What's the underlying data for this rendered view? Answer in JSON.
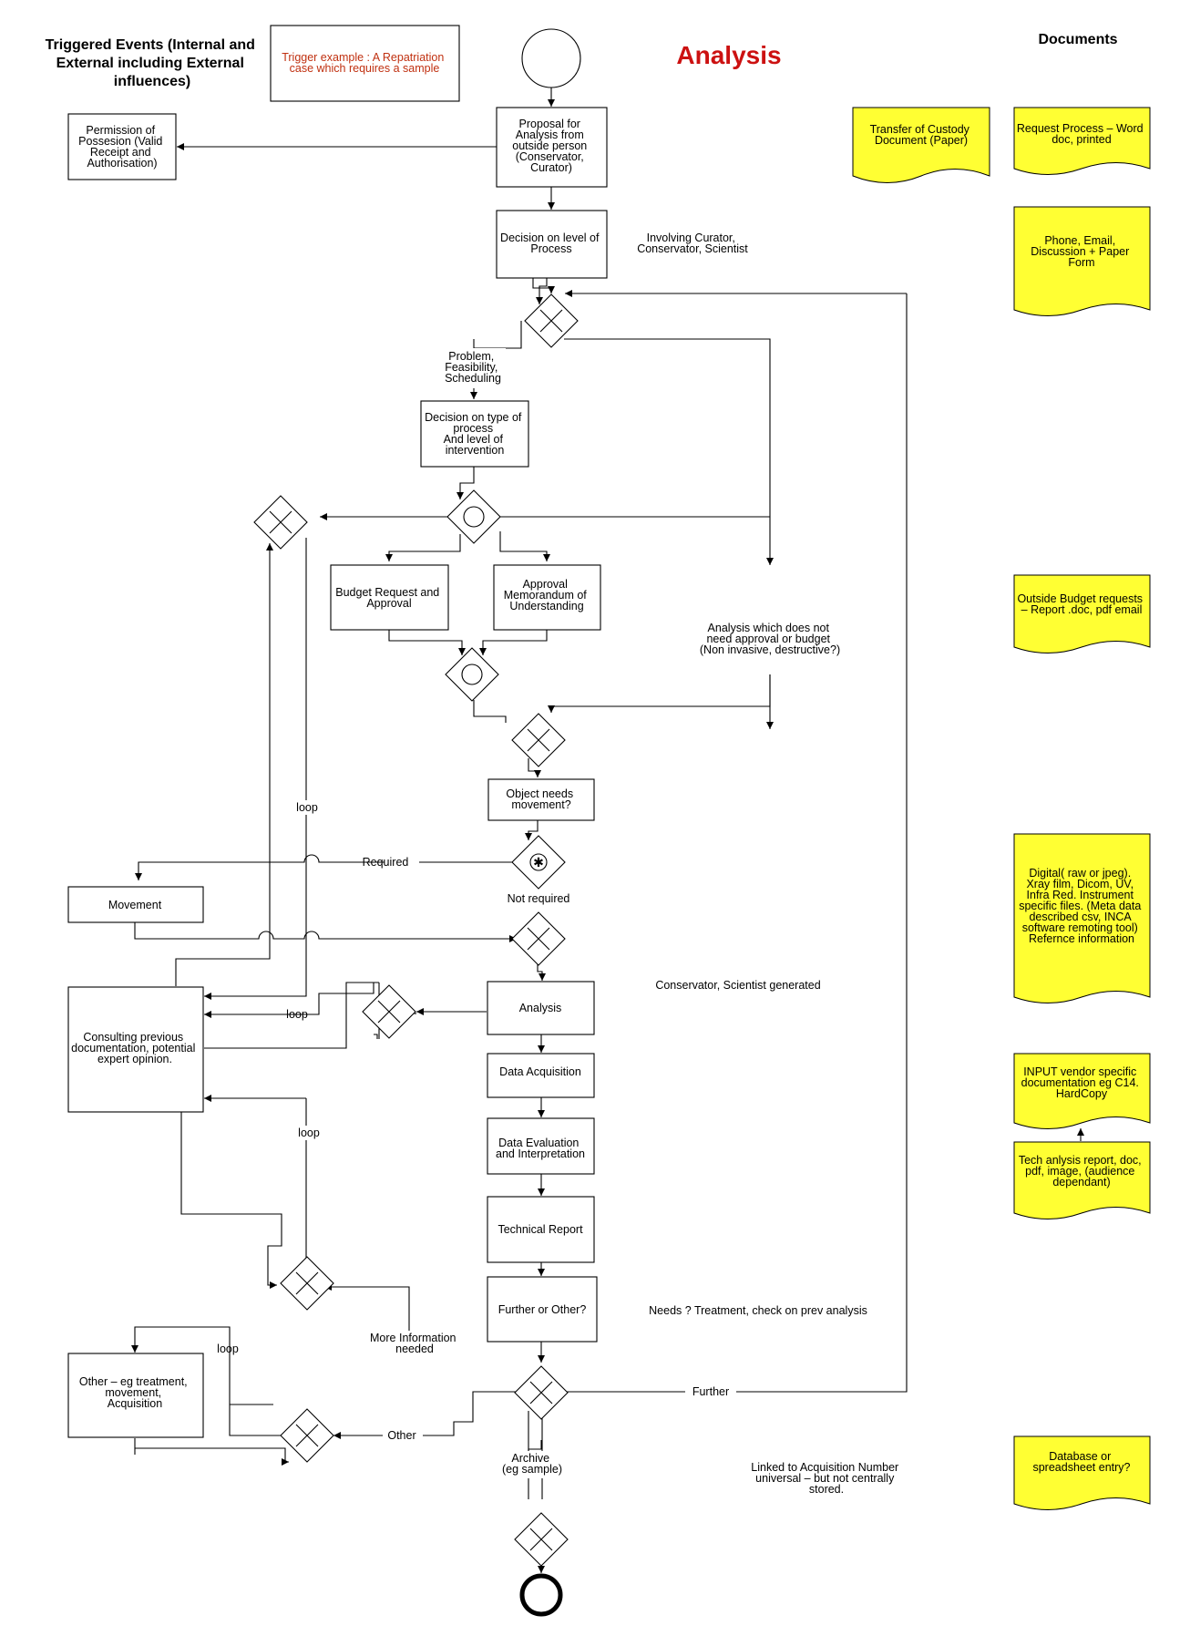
{
  "header": {
    "triggered_events_title": [
      "Triggered Events (Internal and",
      "External including External",
      "influences)"
    ],
    "trigger_example": [
      "Trigger example : A Repatriation",
      "case which requires a sample"
    ],
    "title": "Analysis",
    "documents_title": "Documents"
  },
  "tasks": {
    "proposal": [
      "Proposal for",
      "Analysis from",
      "outside person",
      "(Conservator,",
      "Curator)"
    ],
    "permission": [
      "Permission of",
      "Possesion (Valid",
      "Receipt and",
      "Authorisation)"
    ],
    "decision_level": [
      "Decision on level of",
      "Process"
    ],
    "decision_type": [
      "Decision on type of",
      "process",
      "And level of",
      "intervention"
    ],
    "budget": [
      "Budget Request and",
      "Approval"
    ],
    "approval": [
      "Approval",
      "Memorandum of",
      "Understanding"
    ],
    "object_movement": [
      "Object needs",
      "movement?"
    ],
    "movement": [
      "Movement"
    ],
    "consulting": [
      "Consulting previous",
      "documentation, potential",
      "expert opinion."
    ],
    "analysis": [
      "Analysis"
    ],
    "data_acquisition": [
      "Data Acquisition"
    ],
    "data_evaluation": [
      "Data Evaluation",
      "and Interpretation"
    ],
    "technical_report": [
      "Technical Report"
    ],
    "further_other": [
      "Further or Other?"
    ],
    "other": [
      "Other – eg treatment,",
      "movement,",
      "Acquisition"
    ]
  },
  "labels": {
    "involving": [
      "Involving Curator,",
      "Conservator, Scientist"
    ],
    "problem": [
      "Problem,",
      "Feasibility,",
      "Scheduling"
    ],
    "no_approval": [
      "Analysis which does not",
      "need approval or budget",
      "(Non invasive, destructive?)"
    ],
    "required": "Required",
    "not_required": "Not required",
    "loop": "loop",
    "cons_sci_generated": "Conservator, Scientist generated",
    "needs_treatment": "Needs ? Treatment, check on prev analysis",
    "more_info": [
      "More Information",
      "needed"
    ],
    "further": "Further",
    "other_flow": "Other",
    "archive": [
      "Archive",
      "(eg sample)"
    ],
    "linked": [
      "Linked to Acquisition Number",
      "universal – but not centrally",
      "stored."
    ]
  },
  "documents": {
    "transfer_custody": [
      "Transfer of Custody",
      "Document (Paper)"
    ],
    "request_process": [
      "Request Process – Word",
      "doc, printed"
    ],
    "phone_email": [
      "Phone, Email,",
      "Discussion + Paper",
      "Form"
    ],
    "outside_budget": [
      "Outside Budget requests",
      "– Report .doc, pdf email"
    ],
    "digital": [
      "Digital( raw or jpeg).",
      "Xray film, Dicom, UV,",
      "Infra Red. Instrument",
      "specific files. (Meta data",
      "described csv, INCA",
      "software remoting tool)",
      "Refernce information"
    ],
    "input_vendor": [
      "INPUT vendor specific",
      "documentation eg C14.",
      "HardCopy"
    ],
    "tech_report": [
      "Tech anlysis report, doc,",
      "pdf, image, (audience",
      "dependant)"
    ],
    "database": [
      "Database or",
      "spreadsheet entry?"
    ]
  },
  "colors": {
    "title": "#cc1111",
    "trigger_text": "#c03010",
    "document_fill": "#ffff33"
  }
}
